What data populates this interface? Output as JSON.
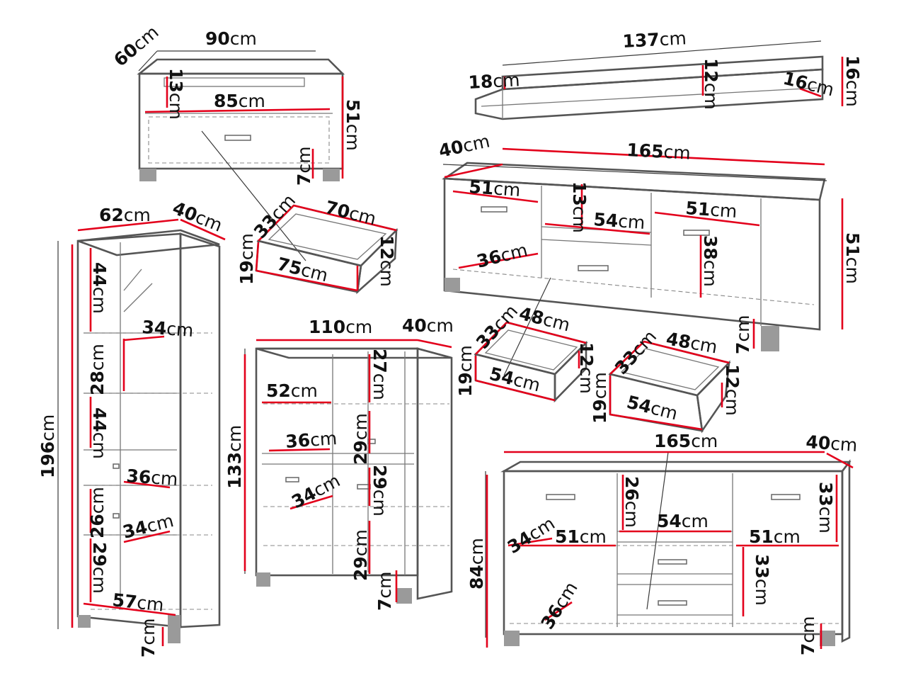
{
  "diagram": {
    "unit": "cm",
    "pieces": [
      {
        "id": "coffee-table",
        "dimensions": [
          "60",
          "90",
          "13",
          "85",
          "51",
          "7"
        ]
      },
      {
        "id": "coffee-table-drawer",
        "dimensions": [
          "33",
          "70",
          "19",
          "75",
          "12"
        ]
      },
      {
        "id": "wall-shelf",
        "dimensions": [
          "137",
          "18",
          "12",
          "16",
          "16"
        ]
      },
      {
        "id": "tv-stand",
        "dimensions": [
          "40",
          "165",
          "51",
          "13",
          "54",
          "51",
          "36",
          "38",
          "51",
          "7"
        ]
      },
      {
        "id": "display-cabinet",
        "dimensions": [
          "62",
          "40",
          "44",
          "34",
          "28",
          "44",
          "36",
          "26",
          "34",
          "29",
          "57",
          "196",
          "7"
        ]
      },
      {
        "id": "highboard",
        "dimensions": [
          "110",
          "40",
          "27",
          "52",
          "36",
          "29",
          "29",
          "34",
          "29",
          "133",
          "7"
        ]
      },
      {
        "id": "tv-stand-drawer",
        "dimensions": [
          "33",
          "48",
          "12",
          "19",
          "54"
        ]
      },
      {
        "id": "sideboard-drawer",
        "dimensions": [
          "33",
          "48",
          "12",
          "19",
          "54"
        ]
      },
      {
        "id": "sideboard",
        "dimensions": [
          "165",
          "40",
          "26",
          "33",
          "34",
          "51",
          "54",
          "51",
          "33",
          "36",
          "84",
          "7"
        ]
      }
    ]
  }
}
